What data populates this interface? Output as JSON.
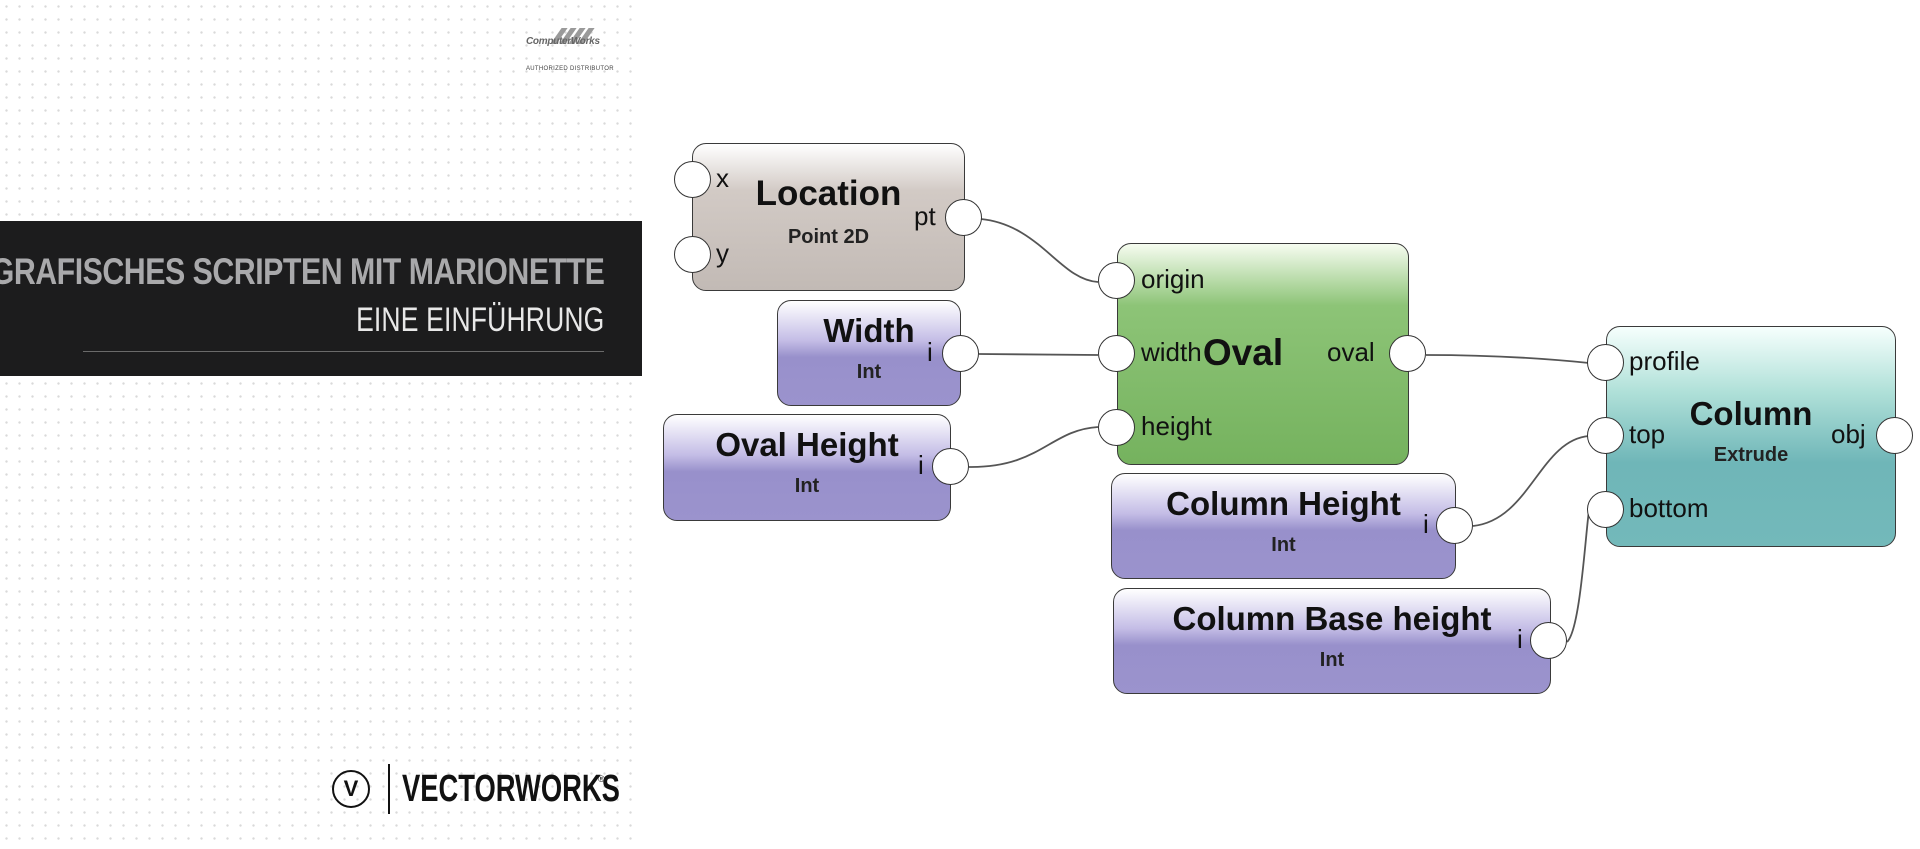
{
  "branding": {
    "partner_name": "ComputerWorks",
    "partner_tagline": "AUTHORIZED DISTRIBUTOR",
    "product_name": "VECTORWORKS",
    "product_mark": "V",
    "registered_symbol": "®"
  },
  "title": {
    "main": "GRAFISCHES SCRIPTEN MIT MARIONETTE",
    "subtitle": "EINE EINFÜHRUNG"
  },
  "diagram": {
    "nodes": {
      "location": {
        "title": "Location",
        "subtitle": "Point 2D",
        "inputs": [
          "x",
          "y"
        ],
        "output": "pt"
      },
      "width": {
        "title": "Width",
        "subtitle": "Int",
        "output": "i"
      },
      "oval_height": {
        "title": "Oval Height",
        "subtitle": "Int",
        "output": "i"
      },
      "oval": {
        "title": "Oval",
        "inputs": [
          "origin",
          "width",
          "height"
        ],
        "output": "oval"
      },
      "column_height": {
        "title": "Column Height",
        "subtitle": "Int",
        "output": "i"
      },
      "column_base_height": {
        "title": "Column Base height",
        "subtitle": "Int",
        "output": "i"
      },
      "column": {
        "title": "Column",
        "subtitle": "Extrude",
        "inputs": [
          "profile",
          "top",
          "bottom"
        ],
        "output": "obj"
      }
    },
    "connections": [
      {
        "from": "location.pt",
        "to": "oval.origin"
      },
      {
        "from": "width.i",
        "to": "oval.width"
      },
      {
        "from": "oval_height.i",
        "to": "oval.height"
      },
      {
        "from": "oval.oval",
        "to": "column.profile"
      },
      {
        "from": "column_height.i",
        "to": "column.top"
      },
      {
        "from": "column_base_height.i",
        "to": "column.bottom"
      }
    ],
    "colors": {
      "value_node": "#9b93cd",
      "point_node": "#c2bab5",
      "oval_node": "#75b25e",
      "column_node": "#73b9ba",
      "wire": "#555555"
    }
  }
}
